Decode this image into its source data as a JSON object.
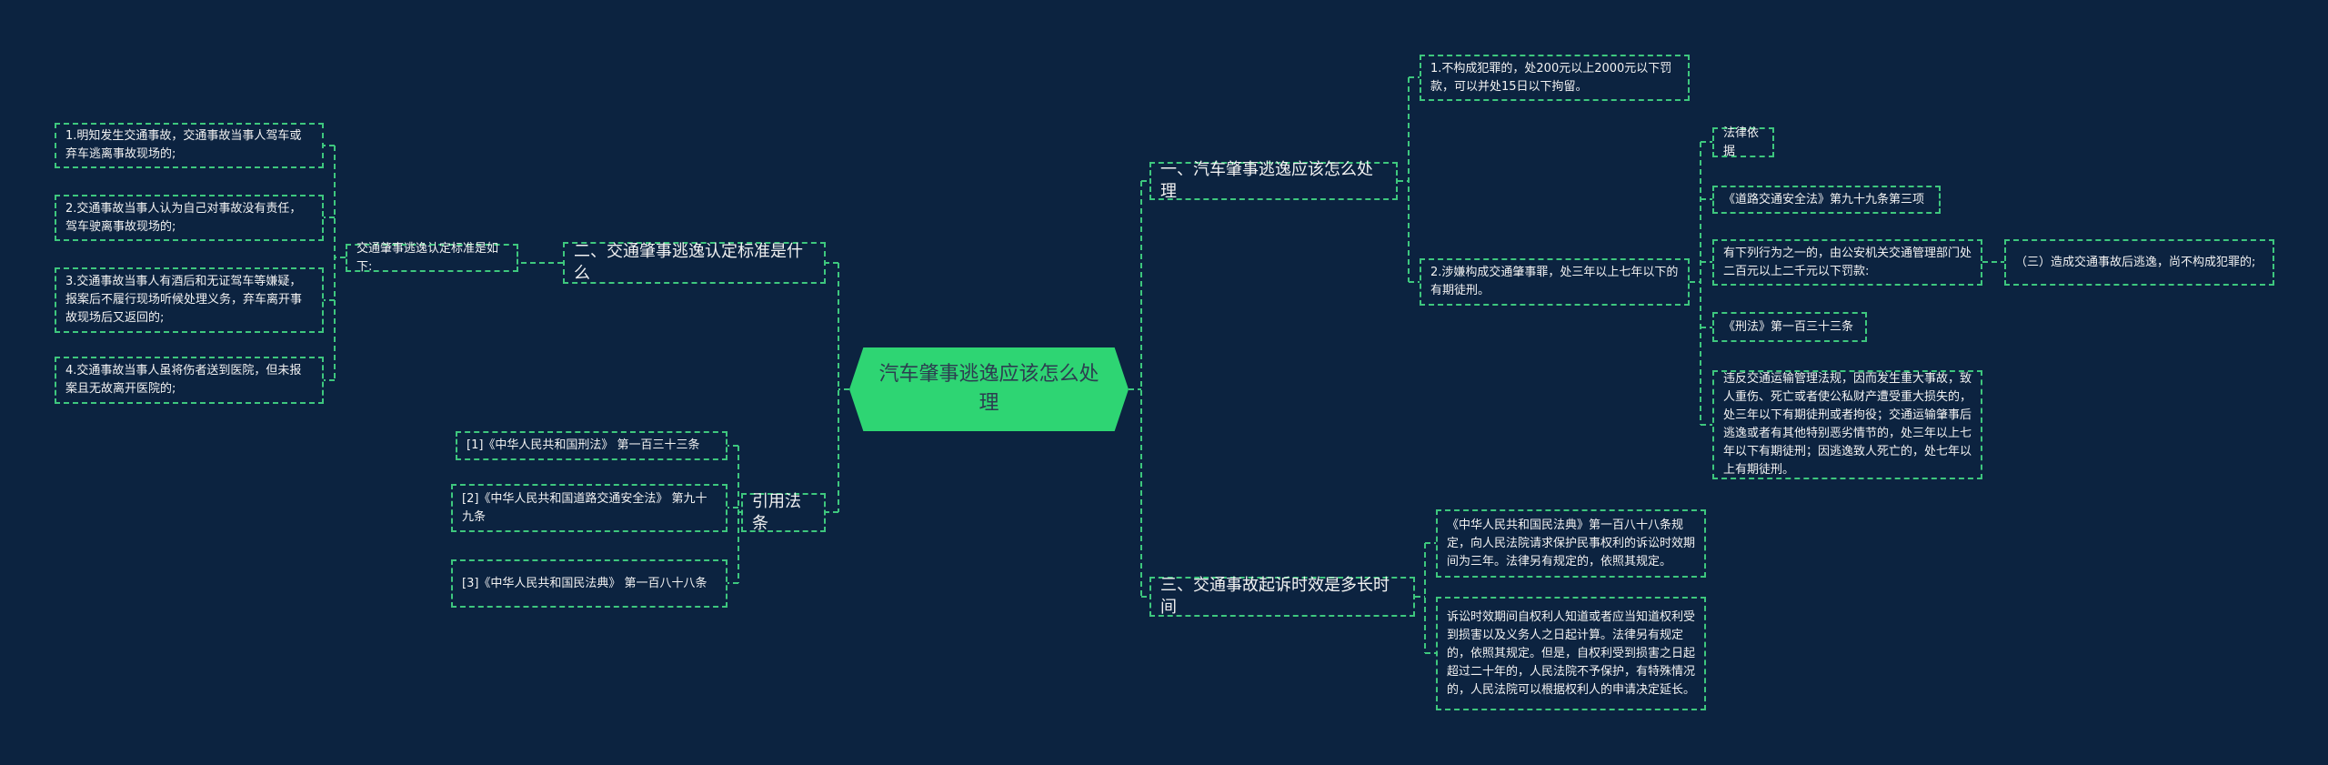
{
  "root": "汽车肇事逃逸应该怎么处理",
  "left": {
    "section2": {
      "title": "二、交通肇事逃逸认定标准是什么",
      "sub": "交通肇事逃逸认定标准是如下:",
      "items": [
        "1.明知发生交通事故，交通事故当事人驾车或弃车逃离事故现场的;",
        "2.交通事故当事人认为自己对事故没有责任，驾车驶离事故现场的;",
        "3.交通事故当事人有酒后和无证驾车等嫌疑，报案后不履行现场听候处理义务，弃车离开事故现场后又返回的;",
        "4.交通事故当事人虽将伤者送到医院，但未报案且无故离开医院的;"
      ]
    },
    "refs": {
      "title": "引用法条",
      "items": [
        "[1]《中华人民共和国刑法》 第一百三十三条",
        "[2]《中华人民共和国道路交通安全法》 第九十九条",
        "[3]《中华人民共和国民法典》 第一百八十八条"
      ]
    }
  },
  "right": {
    "section1": {
      "title": "一、汽车肇事逃逸应该怎么处理",
      "item1": "1.不构成犯罪的，处200元以上2000元以下罚款，可以并处15日以下拘留。",
      "item2": "2.涉嫌构成交通肇事罪，处三年以上七年以下的有期徒刑。",
      "basis": "法律依据",
      "law1": "《道路交通安全法》第九十九条第三项",
      "law1_text": "有下列行为之一的，由公安机关交通管理部门处二百元以上二千元以下罚款:",
      "law1_item": "（三）造成交通事故后逃逸，尚不构成犯罪的;",
      "law2": "《刑法》第一百三十三条",
      "law2_text": "违反交通运输管理法规，因而发生重大事故，致人重伤、死亡或者使公私财产遭受重大损失的，处三年以下有期徒刑或者拘役；交通运输肇事后逃逸或者有其他特别恶劣情节的，处三年以上七年以下有期徒刑；因逃逸致人死亡的，处七年以上有期徒刑。"
    },
    "section3": {
      "title": "三、交通事故起诉时效是多长时间",
      "item1": "《中华人民共和国民法典》第一百八十八条规定，向人民法院请求保护民事权利的诉讼时效期间为三年。法律另有规定的，依照其规定。",
      "item2": "诉讼时效期间自权利人知道或者应当知道权利受到损害以及义务人之日起计算。法律另有规定的，依照其规定。但是，自权利受到损害之日起超过二十年的，人民法院不予保护，有特殊情况的，人民法院可以根据权利人的申请决定延长。"
    }
  }
}
